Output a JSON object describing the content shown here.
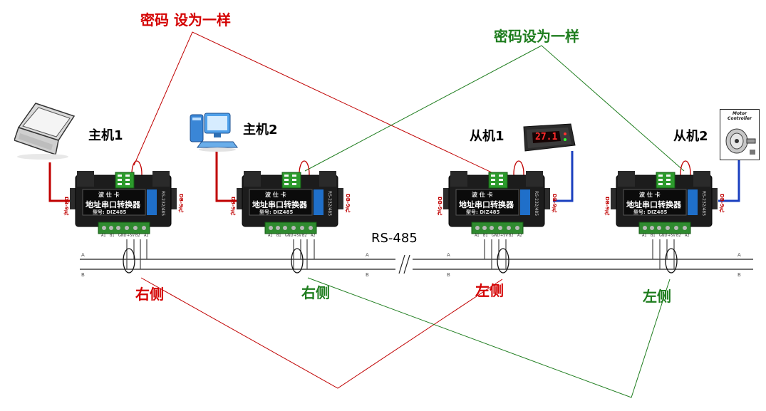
{
  "top_labels": {
    "left": "密码 设为一样",
    "right": "密码设为一样"
  },
  "hosts": [
    {
      "label": "主机1",
      "device": "laptop-icon"
    },
    {
      "label": "主机2",
      "device": "desktop-pc-icon"
    },
    {
      "label": "从机1",
      "device": "temperature-controller-icon"
    },
    {
      "label": "从机2",
      "device": "motor-controller-icon"
    }
  ],
  "device_text": {
    "thermostat_reading": "27.1",
    "motor_title": "Motor\nController"
  },
  "converter": {
    "brand": "波 仕 卡",
    "name": "地址串口转换器",
    "model": "型号: DIZ485",
    "port_label": "DB-9孔",
    "side_text": "RS-232/485",
    "terminals": [
      "A1",
      "B1",
      "GND",
      "+5V",
      "B2",
      "A2"
    ]
  },
  "bus": {
    "line_a": "A",
    "line_b": "B",
    "label": "RS-485"
  },
  "side_labels": [
    "右侧",
    "右侧",
    "左侧",
    "左侧"
  ],
  "colors": {
    "red": "#d40000",
    "green": "#1e7d1e",
    "cable": "#c00000",
    "cable_blue": "#1a3fbf"
  }
}
